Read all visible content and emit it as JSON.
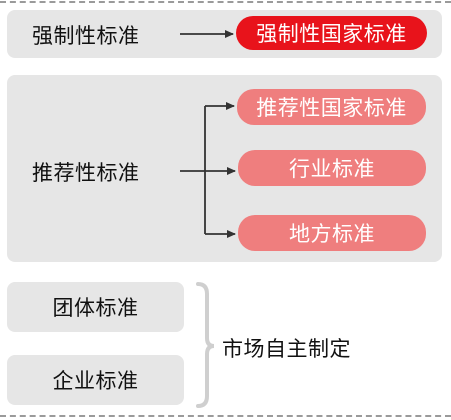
{
  "mandatory": {
    "label": "强制性标准",
    "target": "强制性国家标准"
  },
  "recommended": {
    "label": "推荐性标准",
    "targets": [
      "推荐性国家标准",
      "行业标准",
      "地方标准"
    ]
  },
  "market": {
    "items": [
      "团体标准",
      "企业标准"
    ],
    "label": "市场自主制定"
  },
  "colors": {
    "panel": "#e6e6e6",
    "mandatory_pill": "#e8131b",
    "recommended_pill": "#ef7e7e",
    "line": "#333333",
    "bracket": "#cfcfcf"
  }
}
